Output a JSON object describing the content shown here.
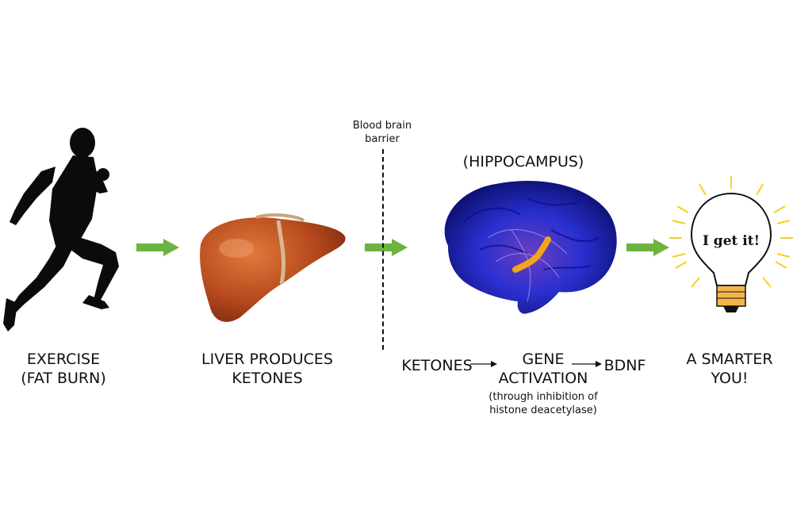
{
  "stages": [
    {
      "line1": "EXERCISE",
      "line2": "(FAT BURN)",
      "icon": "runner-silhouette"
    },
    {
      "line1": "LIVER PRODUCES",
      "line2": "KETONES",
      "icon": "liver"
    },
    {
      "title": "(HIPPOCAMPUS)",
      "icon": "brain"
    },
    {
      "line1": "A SMARTER",
      "line2": "YOU!",
      "icon": "light-bulb",
      "bulb_text": "I get it!"
    }
  ],
  "barrier": {
    "line1": "Blood brain",
    "line2": "barrier"
  },
  "pathway": {
    "start": "KETONES",
    "middle_line1": "GENE",
    "middle_line2": "ACTIVATION",
    "note_line1": "(through inhibition of",
    "note_line2": "histone deacetylase)",
    "end": "BDNF"
  },
  "colors": {
    "arrow_green": "#6db33f",
    "liver": "#b5481c",
    "brain": "#1a1fb8",
    "hippocampus": "#f2a51a",
    "bulb_glow": "#f5d21a"
  }
}
